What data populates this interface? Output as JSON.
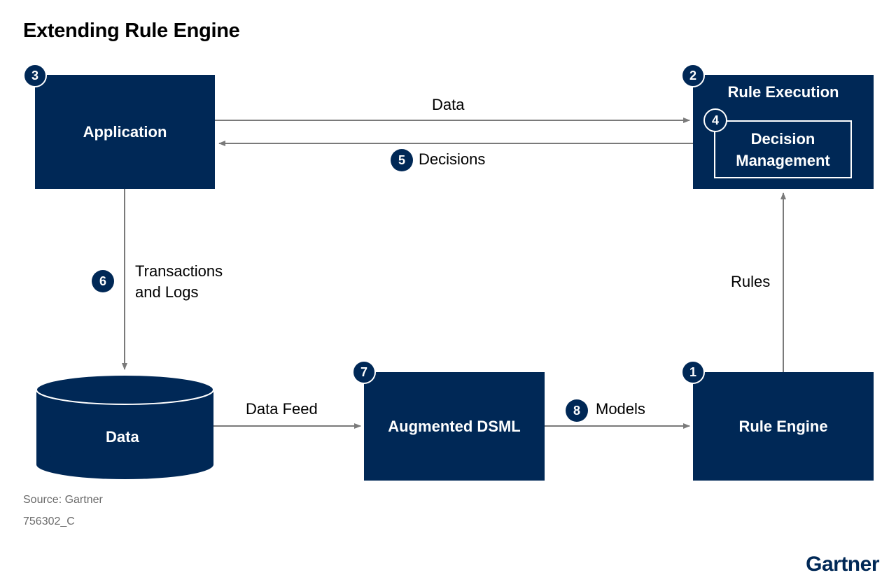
{
  "title": "Extending Rule Engine",
  "nodes": {
    "application": {
      "label": "Application",
      "badge": "3"
    },
    "rule_execution": {
      "label": "Rule Execution",
      "badge": "2"
    },
    "decision_management": {
      "label_line1": "Decision",
      "label_line2": "Management",
      "badge": "4"
    },
    "data_store": {
      "label": "Data"
    },
    "augmented_dsml": {
      "label": "Augmented DSML",
      "badge": "7"
    },
    "rule_engine": {
      "label": "Rule Engine",
      "badge": "1"
    }
  },
  "edges": {
    "data": {
      "label": "Data"
    },
    "decisions": {
      "label": "Decisions",
      "badge": "5"
    },
    "transactions": {
      "label_line1": "Transactions",
      "label_line2": "and Logs",
      "badge": "6"
    },
    "data_feed": {
      "label": "Data Feed"
    },
    "models": {
      "label": "Models",
      "badge": "8"
    },
    "rules": {
      "label": "Rules"
    }
  },
  "footer": {
    "source": "Source: Gartner",
    "id": "756302_C",
    "brand": "Gartner"
  },
  "colors": {
    "navy": "#002856",
    "arrow": "#7a7a7a"
  }
}
